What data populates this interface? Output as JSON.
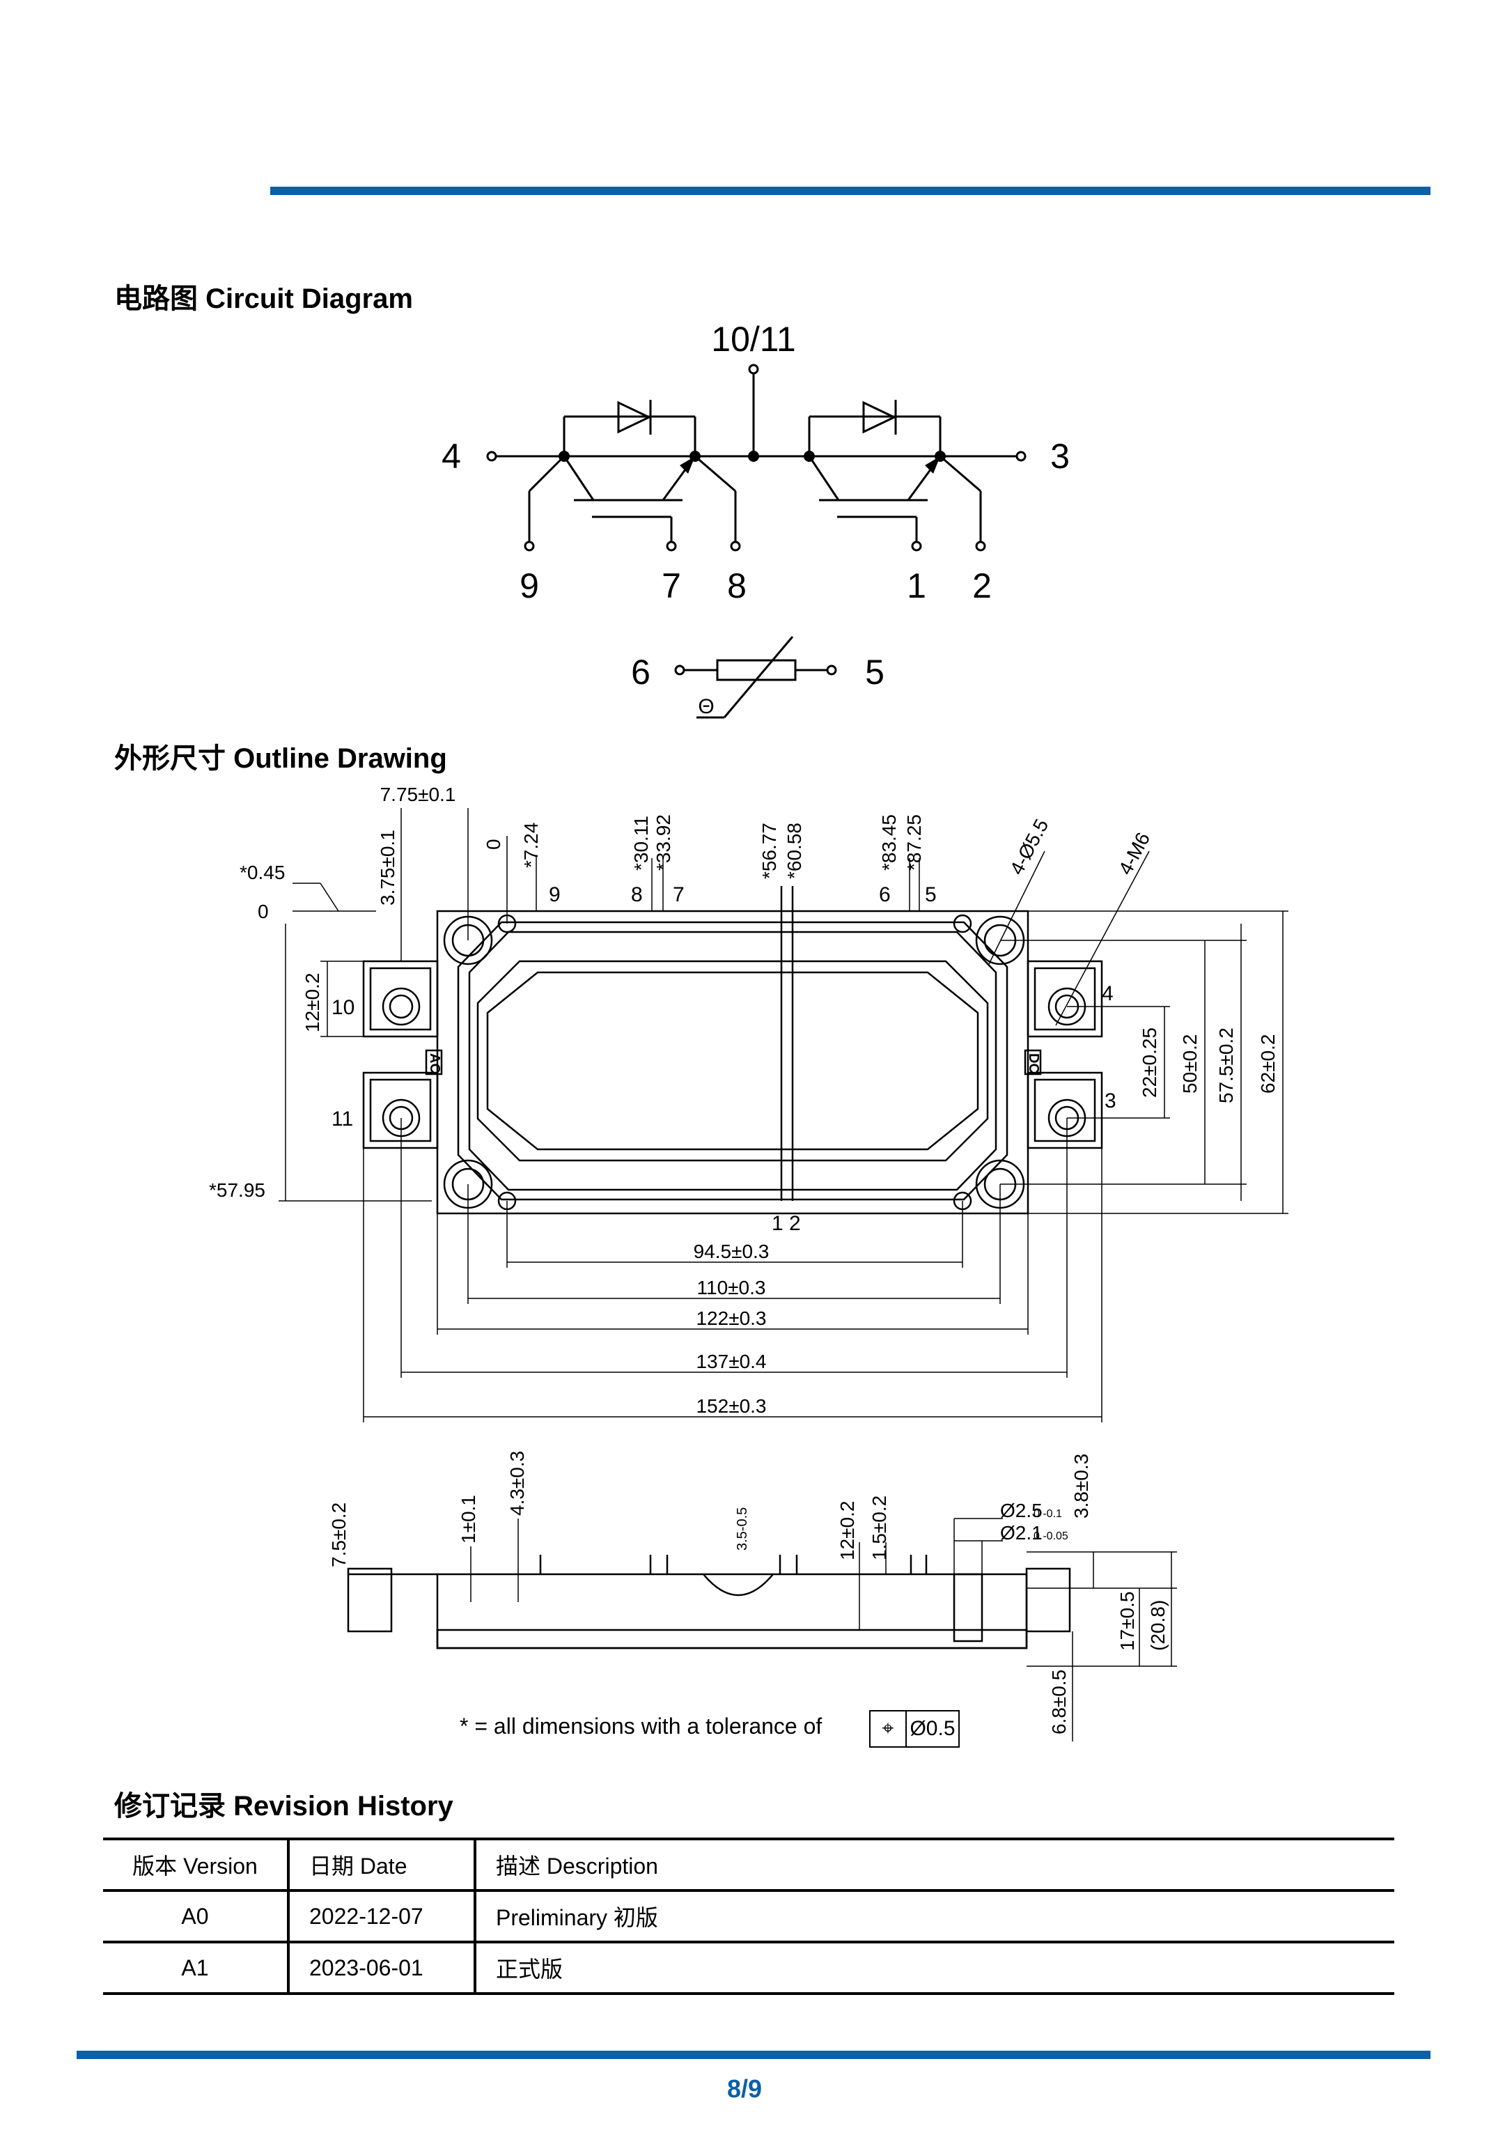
{
  "sections": {
    "circuit_title": "电路图 Circuit Diagram",
    "outline_title": "外形尺寸 Outline Drawing",
    "revision_title": "修订记录 Revision History"
  },
  "circuit": {
    "pins": {
      "p1011": "10/11",
      "p4": "4",
      "p3": "3",
      "p9": "9",
      "p7": "7",
      "p8": "8",
      "p1": "1",
      "p2": "2",
      "p6": "6",
      "p5": "5",
      "theta": "Θ"
    }
  },
  "outline": {
    "top_dims": {
      "d1": "7.75±0.1",
      "d2": "3.75±0.1",
      "d3": "0",
      "d4": "*7.24",
      "d5": "*30.11",
      "d6": "*33.92",
      "d7": "*56.77",
      "d8": "*60.58",
      "d9": "*83.45",
      "d10": "*87.25",
      "d11": "4-Ø5.5",
      "d12": "4-M6"
    },
    "left_dims": {
      "d1": "*0.45",
      "d2": "0",
      "d3": "12±0.2",
      "d4": "*57.95"
    },
    "right_dims": {
      "d1": "22±0.25",
      "d2": "50±0.2",
      "d3": "57.5±0.2",
      "d4": "62±0.2"
    },
    "bottom_dims": {
      "d1": "94.5±0.3",
      "d2": "110±0.3",
      "d3": "122±0.3",
      "d4": "137±0.4",
      "d5": "152±0.3"
    },
    "pin_labels": {
      "t9": "9",
      "t8": "8",
      "t7": "7",
      "t6": "6",
      "t5": "5",
      "t10": "10",
      "t11": "11",
      "t4": "4",
      "t3": "3",
      "t12": "1 2",
      "ac": "AC",
      "dc": "DC"
    },
    "side_dims": {
      "d1": "7.5±0.2",
      "d2": "1±0.1",
      "d3": "4.3±0.3",
      "d4": "3.5-0.5",
      "d5": "12±0.2",
      "d6": "1.5±0.2",
      "d7": "Ø2.5",
      "d7b": "0 -0.1",
      "d8": "Ø2.1",
      "d8b": "0 -0.05",
      "d9": "3.8±0.3",
      "d10": "17±0.5",
      "d11": "(20.8)",
      "d12": "6.8±0.5"
    },
    "note": "* = all dimensions with a tolerance of",
    "tolerance_symbol": "⌖",
    "tolerance_value": "Ø0.5"
  },
  "revision_table": {
    "headers": [
      "版本 Version",
      "日期 Date",
      "描述 Description"
    ],
    "rows": [
      [
        "A0",
        "2022-12-07",
        "Preliminary 初版"
      ],
      [
        "A1",
        "2023-06-01",
        "正式版"
      ]
    ]
  },
  "page_number": "8/9"
}
